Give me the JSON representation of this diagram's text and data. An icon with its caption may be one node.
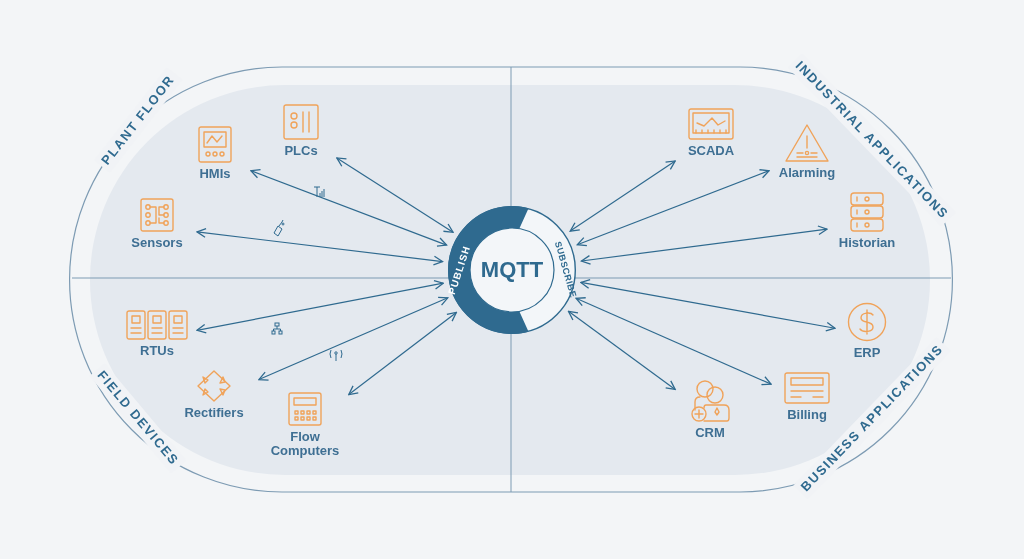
{
  "diagram": {
    "nodes": [
      {
        "text": [
          "PUBLISH",
          "MQTT",
          "SUBSCRIBE"
        ]
      },
      {
        "text": [
          "PLCs"
        ]
      },
      {
        "text": [
          "HMIs"
        ]
      },
      {
        "text": [
          "Sensors"
        ]
      },
      {
        "text": [
          "RTUs"
        ]
      },
      {
        "text": [
          "Rectifiers"
        ]
      },
      {
        "text": [
          "Flow Computers"
        ]
      },
      {
        "text": [
          "SCADA"
        ]
      },
      {
        "text": [
          "Alarming"
        ]
      },
      {
        "text": [
          "Historian"
        ]
      },
      {
        "text": [
          "ERP"
        ]
      },
      {
        "text": [
          "Billing"
        ]
      },
      {
        "text": [
          "CRM"
        ]
      }
    ],
    "edges": [
      {
        "from": 0,
        "to": 1,
        "arrow": "both"
      },
      {
        "from": 0,
        "to": 2,
        "arrow": "both"
      },
      {
        "from": 0,
        "to": 3,
        "arrow": "both"
      },
      {
        "from": 0,
        "to": 4,
        "arrow": "both"
      },
      {
        "from": 0,
        "to": 5,
        "arrow": "both"
      },
      {
        "from": 0,
        "to": 6,
        "arrow": "both"
      },
      {
        "from": 0,
        "to": 7,
        "arrow": "both"
      },
      {
        "from": 0,
        "to": 8,
        "arrow": "both"
      },
      {
        "from": 0,
        "to": 9,
        "arrow": "both"
      },
      {
        "from": 0,
        "to": 10,
        "arrow": "both"
      },
      {
        "from": 0,
        "to": 11,
        "arrow": "both"
      },
      {
        "from": 0,
        "to": 12,
        "arrow": "both"
      }
    ],
    "labels": [
      "PLANT FLOOR",
      "INDUSTRIAL APPLICATIONS",
      "FIELD DEVICES",
      "BUSINESS APPLICATIONS"
    ]
  }
}
